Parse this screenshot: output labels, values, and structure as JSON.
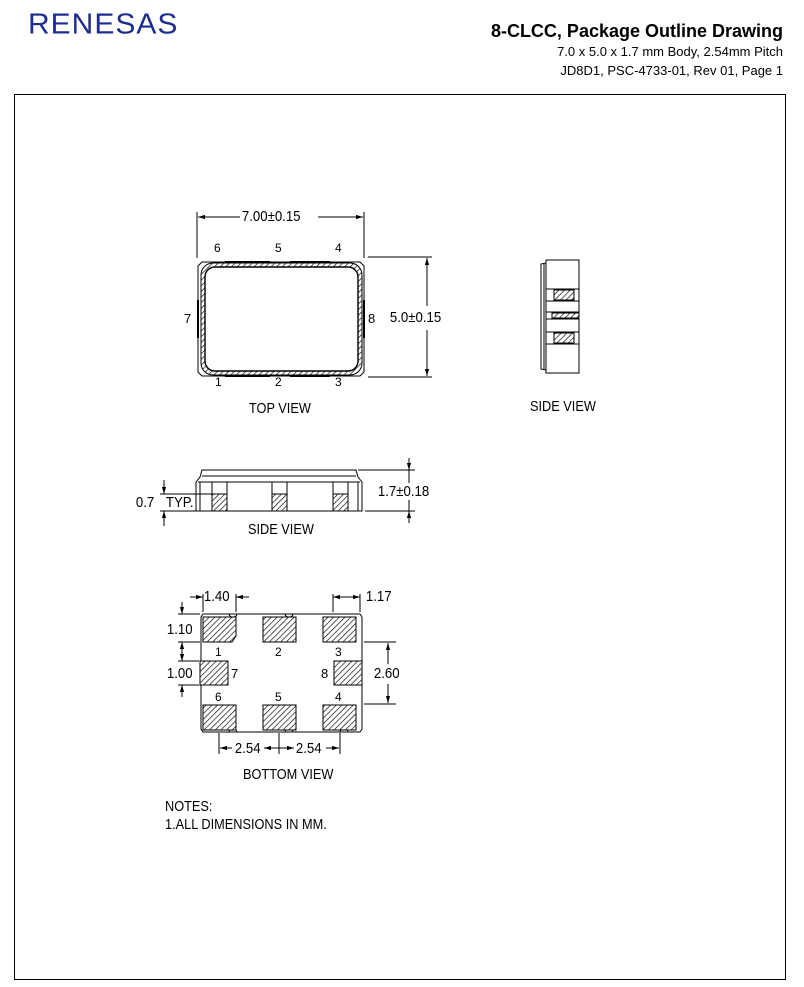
{
  "header": {
    "logo": "RENESAS",
    "title": "8-CLCC, Package Outline Drawing",
    "subtitle": "7.0 x 5.0 x 1.7 mm  Body, 2.54mm Pitch",
    "doc_ref": "JD8D1, PSC-4733-01, Rev 01, Page 1"
  },
  "colors": {
    "logo": "#1d2c8f",
    "line": "#000000"
  },
  "top_view": {
    "label": "TOP VIEW",
    "width_dim": "7.00±0.15",
    "height_dim": "5.0±0.15",
    "pins": {
      "p1": "1",
      "p2": "2",
      "p3": "3",
      "p4": "4",
      "p5": "5",
      "p6": "6",
      "p7": "7",
      "p8": "8"
    }
  },
  "side_view_right": {
    "label": "SIDE VIEW"
  },
  "side_view_front": {
    "label": "SIDE VIEW",
    "height_dim": "1.7±0.18",
    "pad_dim": "0.7",
    "pad_dim_note": "TYP."
  },
  "bottom_view": {
    "label": "BOTTOM VIEW",
    "pad_width_dim": "1.40",
    "pad_width_right_dim": "1.17",
    "pad_height_dim": "1.10",
    "side_pad_height_dim": "1.00",
    "side_pad_span_dim": "2.60",
    "pitch_left_dim": "2.54",
    "pitch_right_dim": "2.54",
    "pins": {
      "p1": "1",
      "p2": "2",
      "p3": "3",
      "p4": "4",
      "p5": "5",
      "p6": "6",
      "p7": "7",
      "p8": "8"
    }
  },
  "notes": {
    "heading": "NOTES:",
    "items": [
      "1.ALL  DIMENSIONS  IN  MM."
    ]
  }
}
